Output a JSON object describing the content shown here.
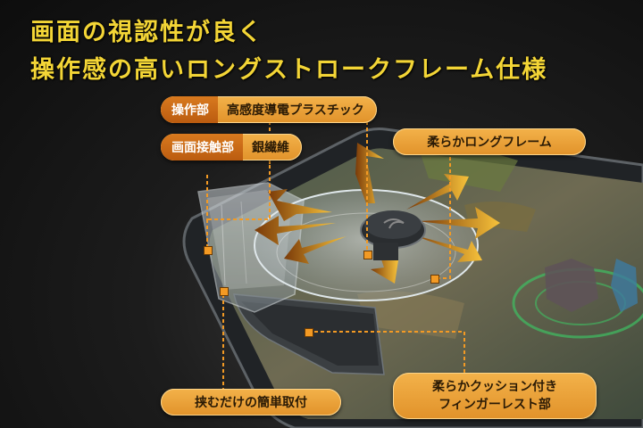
{
  "headline": {
    "line1": "画面の視認性が良く",
    "line2": "操作感の高いロングストロークフレーム仕様"
  },
  "labels": {
    "operation_part": {
      "name": "操作部",
      "value": "高感度導電プラスチック"
    },
    "contact_part": {
      "name": "画面接触部",
      "value": "銀繊維"
    },
    "long_frame": "柔らかロングフレーム",
    "clip": "挟むだけの簡単取付",
    "finger_rest_line1": "柔らかクッション付き",
    "finger_rest_line2": "フィンガーレスト部"
  },
  "colors": {
    "headline": "#f3d536",
    "tag": "#eba23a",
    "tag_dark": "#c9671a",
    "leader": "#f39a24"
  }
}
